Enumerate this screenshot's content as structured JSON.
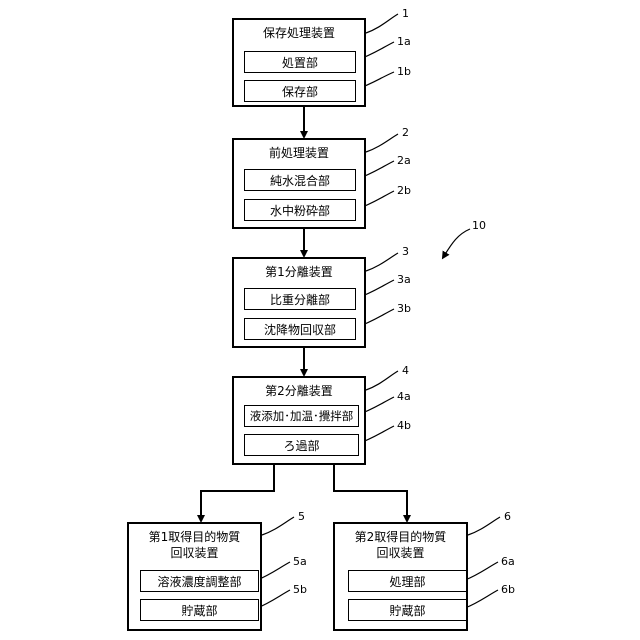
{
  "overall_ref": "10",
  "devices": [
    {
      "ref": "1",
      "title_lines": [
        "保存処理装置"
      ],
      "subs": [
        {
          "label": "処置部",
          "ref": "1a"
        },
        {
          "label": "保存部",
          "ref": "1b"
        }
      ]
    },
    {
      "ref": "2",
      "title_lines": [
        "前処理装置"
      ],
      "subs": [
        {
          "label": "純水混合部",
          "ref": "2a"
        },
        {
          "label": "水中粉砕部",
          "ref": "2b"
        }
      ]
    },
    {
      "ref": "3",
      "title_lines": [
        "第1分離装置"
      ],
      "subs": [
        {
          "label": "比重分離部",
          "ref": "3a"
        },
        {
          "label": "沈降物回収部",
          "ref": "3b"
        }
      ]
    },
    {
      "ref": "4",
      "title_lines": [
        "第2分離装置"
      ],
      "subs": [
        {
          "label": "液添加･加温･攪拌部",
          "ref": "4a"
        },
        {
          "label": "ろ過部",
          "ref": "4b"
        }
      ]
    },
    {
      "ref": "5",
      "title_lines": [
        "第1取得目的物質",
        "回収装置"
      ],
      "subs": [
        {
          "label": "溶液濃度調整部",
          "ref": "5a"
        },
        {
          "label": "貯蔵部",
          "ref": "5b"
        }
      ]
    },
    {
      "ref": "6",
      "title_lines": [
        "第2取得目的物質",
        "回収装置"
      ],
      "subs": [
        {
          "label": "処理部",
          "ref": "6a"
        },
        {
          "label": "貯蔵部",
          "ref": "6b"
        }
      ]
    }
  ]
}
